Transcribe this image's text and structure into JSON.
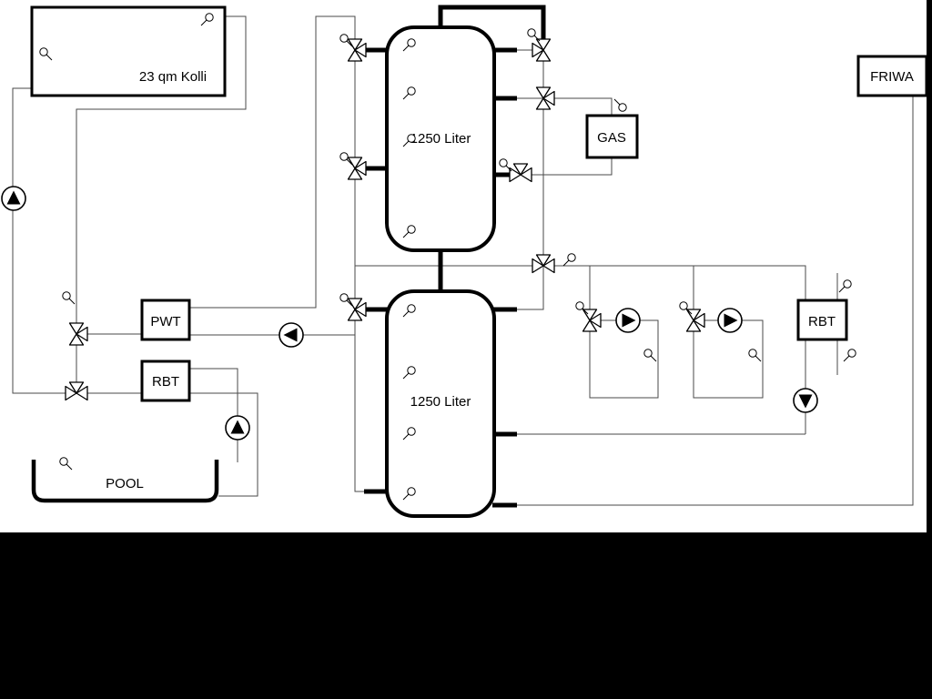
{
  "colors": {
    "background": "#ffffff",
    "pipe_line": "#4a4a4a",
    "component_stroke": "#000000",
    "mask": "#000000"
  },
  "diagram": {
    "collector": {
      "label": "23 qm Kolli"
    },
    "buffer_tank_top": {
      "label": "1250 Liter"
    },
    "buffer_tank_bottom": {
      "label": "1250 Liter"
    },
    "gas_boiler": {
      "label": "GAS"
    },
    "friwa_station": {
      "label": "FRIWA"
    },
    "pwt_exchanger": {
      "label": "PWT"
    },
    "rbt_left": {
      "label": "RBT"
    },
    "rbt_right": {
      "label": "RBT"
    },
    "pool": {
      "label": "POOL"
    }
  }
}
